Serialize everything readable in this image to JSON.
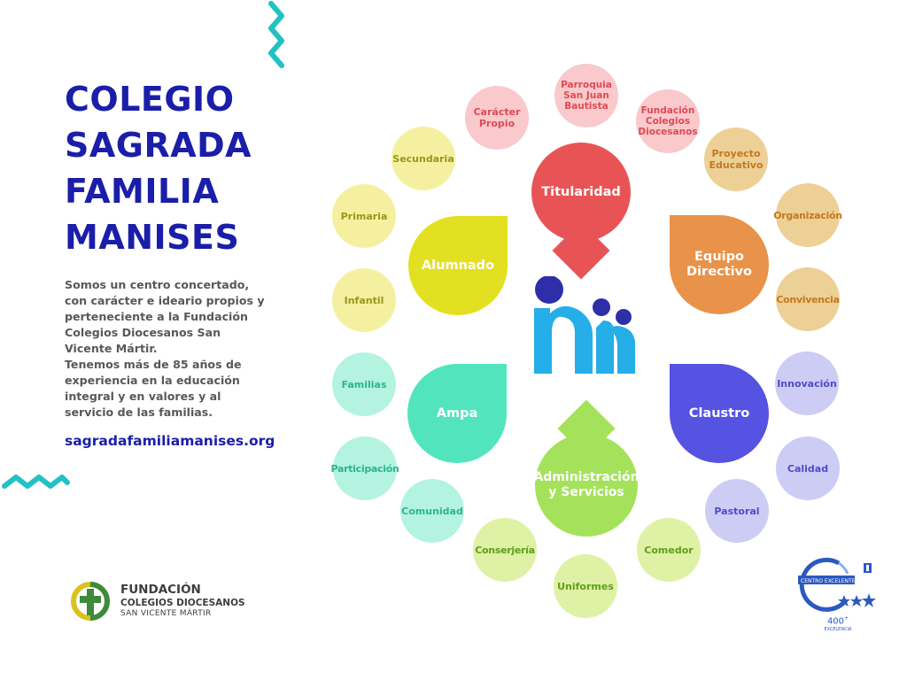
{
  "title_lines": [
    "COLEGIO",
    "SAGRADA",
    "FAMILIA",
    "MANISES"
  ],
  "description_lines": [
    "Somos un centro concertado,",
    "con carácter e ideario propios y",
    "perteneciente a la Fundación",
    "Colegios Diocesanos San",
    "Vicente Mártir.",
    "Tenemos más de 85 años de",
    "experiencia en la educación",
    "integral y en valores y al",
    "servicio de las familias."
  ],
  "website": "sagradafamiliamanises.org",
  "colors": {
    "title": "#1a1ea8",
    "titularidad": "#e85456",
    "equipo_directivo": "#e8924a",
    "alumnado": "#e3e021",
    "ampa": "#52e5bd",
    "claustro": "#5652e2",
    "administracion": "#a4e25b",
    "logo_dark": "#2e2fa8",
    "logo_light": "#25aee8",
    "teal_deco": "#22c1c4"
  },
  "diagram": {
    "center_logo": "colegio-m-logo",
    "hubs": {
      "titularidad": "Titularidad",
      "equipo_directivo": [
        "Equipo",
        "Directivo"
      ],
      "alumnado": "Alumnado",
      "ampa": "Ampa",
      "claustro": "Claustro",
      "administracion": [
        "Administración",
        "y Servicios"
      ]
    },
    "satellites": {
      "caracter_propio": [
        "Carácter",
        "Propio"
      ],
      "parroquia": [
        "Parroquia",
        "San Juan",
        "Bautista"
      ],
      "fundacion_colegios": [
        "Fundación",
        "Colegios",
        "Diocesanos"
      ],
      "proyecto_educativo": [
        "Proyecto",
        "Educativo"
      ],
      "organizacion": "Organización",
      "convivencia": "Convivencia",
      "secundaria": "Secundaria",
      "primaria": "Primaria",
      "infantil": "Infantil",
      "familias": "Familias",
      "participacion": "Participación",
      "comunidad": "Comunidad",
      "conserjeria": "Conserjería",
      "uniformes": "Uniformes",
      "comedor": "Comedor",
      "innovacion": "Innovación",
      "calidad": "Calidad",
      "pastoral": "Pastoral"
    }
  },
  "foundation": {
    "line1": "FUNDACIÓN",
    "line2": "COLEGIOS DIOCESANOS",
    "line3": "SAN VICENTE MÁRTIR",
    "icon": "fundacion-cross-logo"
  },
  "seal": {
    "band_text": "CENTRO EXCELENTE",
    "number": "400",
    "sup": "+",
    "caption": "EXCELENCIA",
    "icon": "excellence-seal"
  }
}
